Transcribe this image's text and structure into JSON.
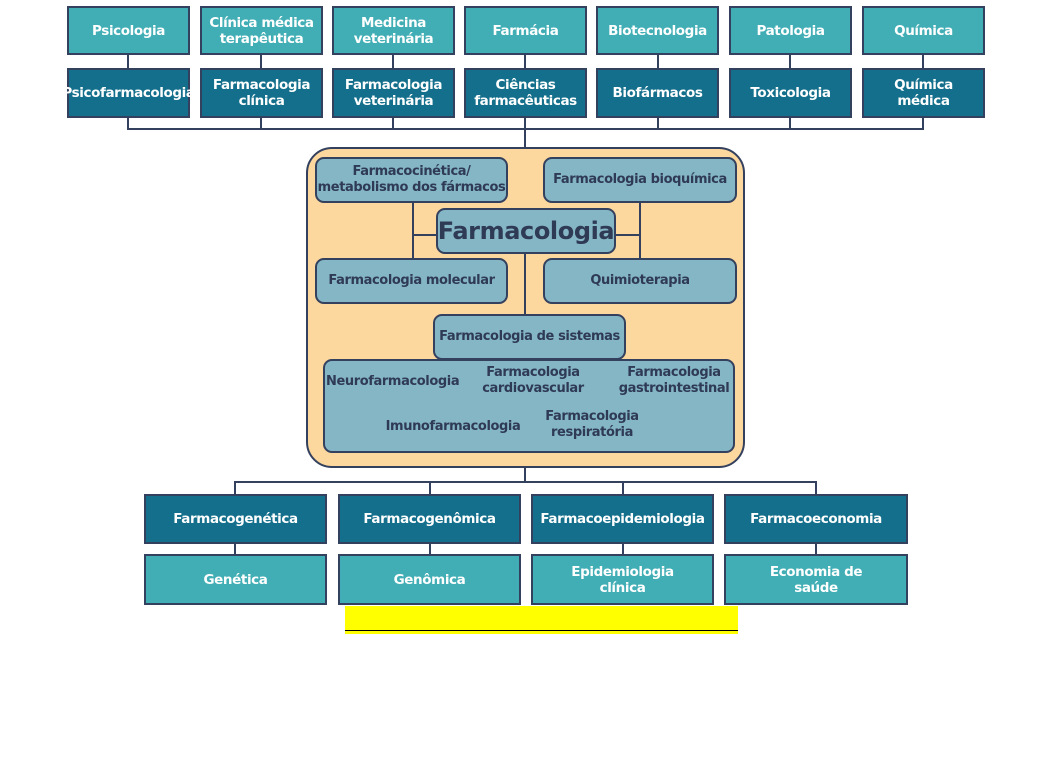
{
  "top_row": [
    {
      "field": "Psicologia",
      "sub": "Psicofarmacologia"
    },
    {
      "field": "Clínica médica\nterapêutica",
      "sub": "Farmacologia\nclínica"
    },
    {
      "field": "Medicina\nveterinária",
      "sub": "Farmacologia\nveterinária"
    },
    {
      "field": "Farmácia",
      "sub": "Ciências\nfarmacêuticas"
    },
    {
      "field": "Biotecnologia",
      "sub": "Biofármacos"
    },
    {
      "field": "Patologia",
      "sub": "Toxicologia"
    },
    {
      "field": "Química",
      "sub": "Química\nmédica"
    }
  ],
  "center": {
    "title": "Farmacologia",
    "pk": "Farmacocinética/\nmetabolismo dos fármacos",
    "biochem": "Farmacologia bioquímica",
    "molecular": "Farmacologia molecular",
    "chemo": "Quimioterapia",
    "systems": "Farmacologia de sistemas",
    "systems_items": {
      "neuro": "Neurofarmacologia",
      "cardio": "Farmacologia\ncardiovascular",
      "gastro": "Farmacologia\ngastrointestinal",
      "immuno": "Imunofarmacologia",
      "resp": "Farmacologia\nrespiratória"
    }
  },
  "bottom_row": [
    {
      "sub": "Farmacogenética",
      "field": "Genética"
    },
    {
      "sub": "Farmacogenômica",
      "field": "Genômica"
    },
    {
      "sub": "Farmacoepidemiologia",
      "field": "Epidemiologia\nclínica"
    },
    {
      "sub": "Farmacoeconomia",
      "field": "Economia de\nsaúde"
    }
  ],
  "colors": {
    "light": "#41aeb5",
    "dark": "#136f8b",
    "panel": "#fcd79e",
    "inner": "#84b6c6",
    "border": "#34415e",
    "highlight": "#ffff00"
  }
}
